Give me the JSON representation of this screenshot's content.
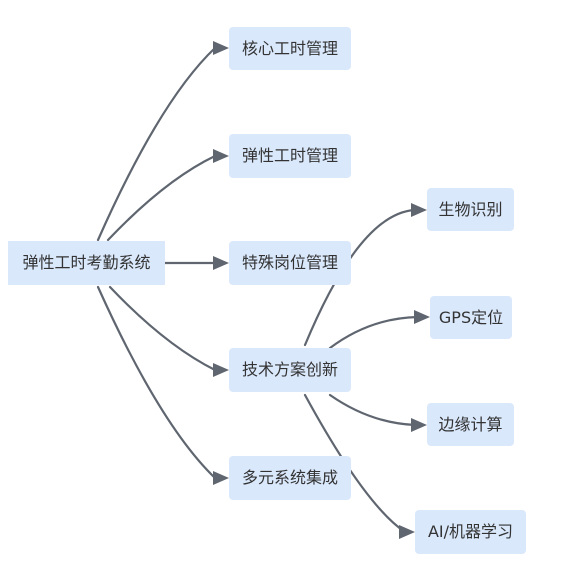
{
  "mindmap": {
    "root": {
      "label": "弹性工时考勤系统"
    },
    "branches": [
      {
        "label": "核心工时管理"
      },
      {
        "label": "弹性工时管理"
      },
      {
        "label": "特殊岗位管理"
      },
      {
        "label": "技术方案创新",
        "children": [
          {
            "label": "生物识别"
          },
          {
            "label": "GPS定位"
          },
          {
            "label": "边缘计算"
          },
          {
            "label": "AI/机器学习"
          }
        ]
      },
      {
        "label": "多元系统集成"
      }
    ]
  },
  "colors": {
    "node_fill": "#dae8fc",
    "edge": "#5f6670",
    "text": "#333333"
  }
}
